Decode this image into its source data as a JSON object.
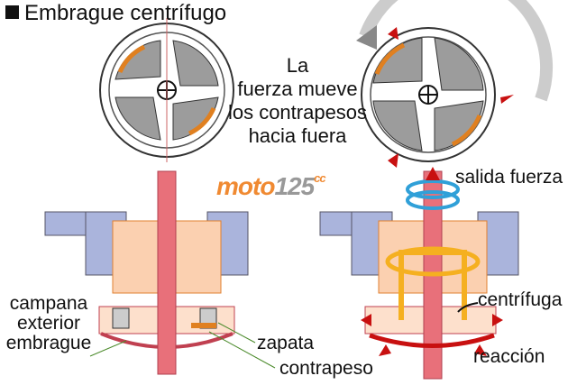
{
  "title": "Embrague centrífugo",
  "center_text": [
    "La",
    "fuerza mueve",
    "los contrapesos",
    "hacia fuera"
  ],
  "logo": {
    "text": "moto",
    "number": "125",
    "suffix": "cc"
  },
  "labels": {
    "campana": [
      "campana",
      "exterior",
      "embrague"
    ],
    "zapata": "zapata",
    "contrapeso": "contrapeso",
    "salida_fuerza": "salida fuerza",
    "centrifuga": "centrífuga",
    "reaccion": "reacción"
  },
  "colors": {
    "shaft": "#e8707a",
    "orange": "#f4a040",
    "arrow": "#c81010",
    "gray": "#9a9a9a",
    "blue": "#8a9acc",
    "cyan": "#30a0d8"
  }
}
